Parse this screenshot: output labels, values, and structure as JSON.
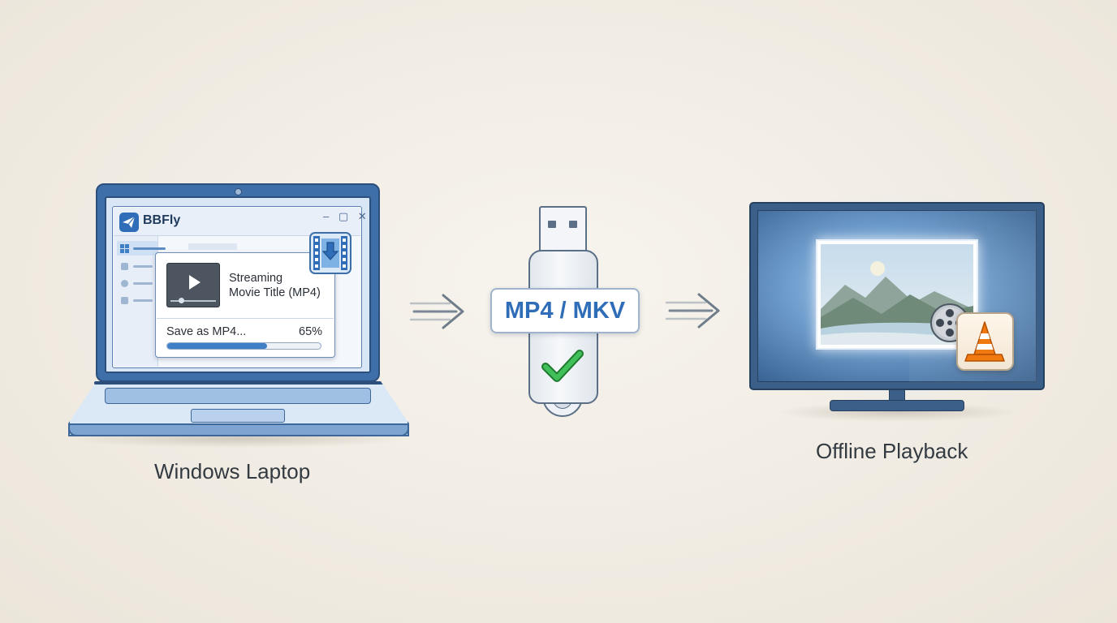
{
  "laptop": {
    "app": {
      "name": "BBFly",
      "window_controls": "– ▢ ✕",
      "download": {
        "title_line1": "Streaming",
        "title_line2": "Movie Title (MP4)",
        "status": "Save as MP4...",
        "percent_label": "65%",
        "progress": 0.65
      }
    },
    "label": "Windows Laptop"
  },
  "usb": {
    "format_label": "MP4 / MKV",
    "check_icon": "check-icon"
  },
  "tv": {
    "label": "Offline Playback",
    "player_icon": "vlc-cone-icon",
    "reel_icon": "film-reel-icon"
  },
  "colors": {
    "accent": "#2f6db8",
    "check": "#34b04a",
    "vlc_orange": "#f07a10",
    "progress_fill": "#3f7fc6"
  }
}
